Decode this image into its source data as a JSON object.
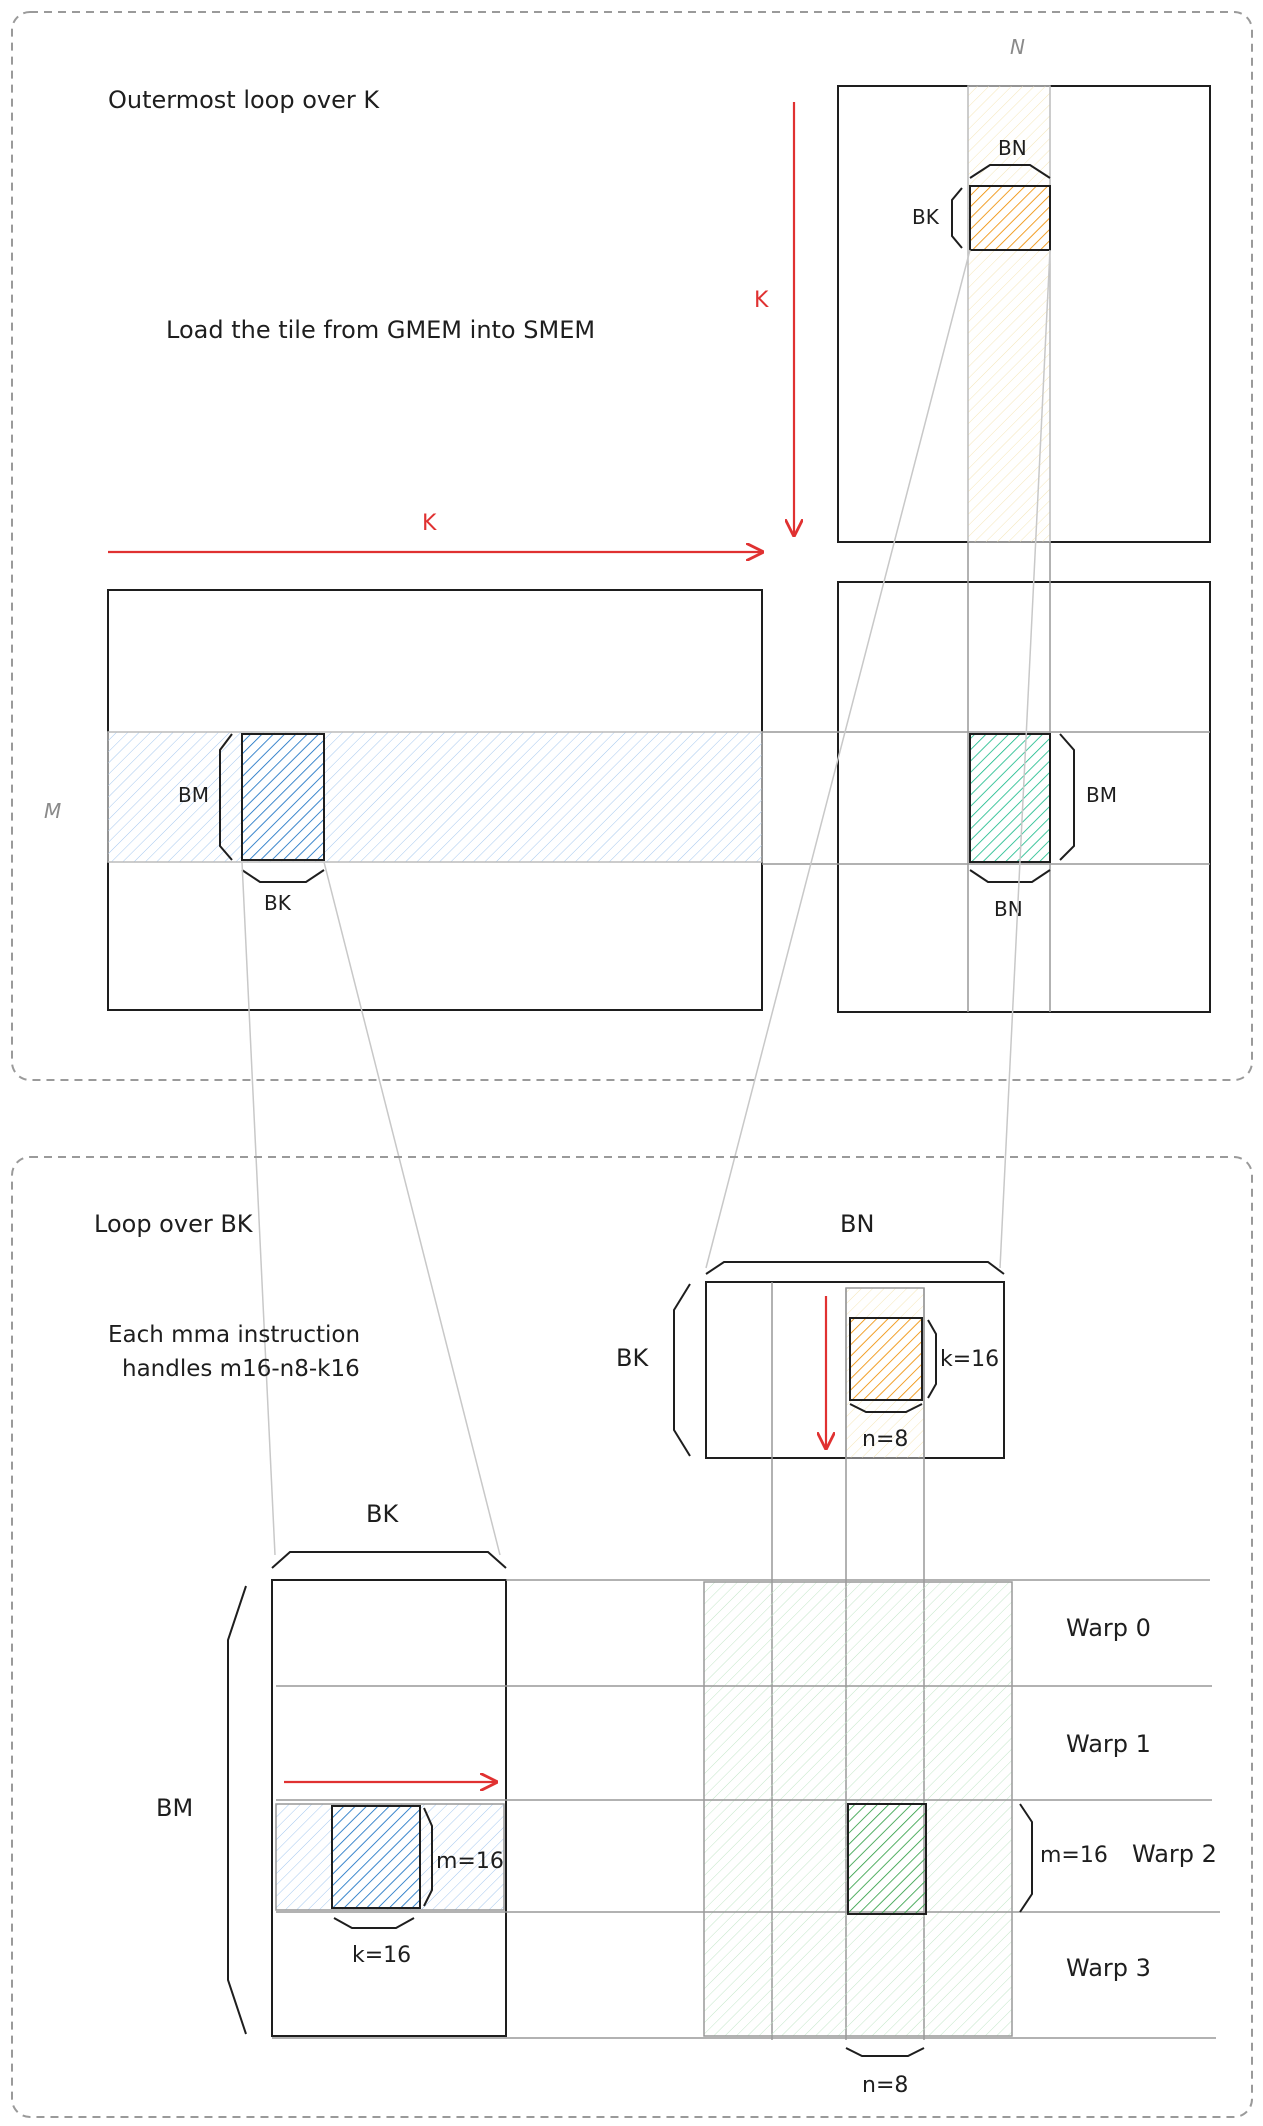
{
  "top_panel": {
    "title": "Outermost loop over K",
    "subtitle": "Load the tile from GMEM into SMEM",
    "k_label_vertical": "K",
    "k_label_horizontal": "K",
    "n_label": "N",
    "m_label": "M",
    "matrix_b": {
      "bn_label": "BN",
      "bk_label": "BK"
    },
    "matrix_a": {
      "bm_label": "BM",
      "bk_label": "BK"
    },
    "matrix_c": {
      "bm_label": "BM",
      "bn_label": "BN"
    }
  },
  "bottom_panel": {
    "title": "Loop over BK",
    "note_line1": "Each mma instruction",
    "note_line2": "handles m16-n8-k16",
    "smem_b": {
      "bn_label": "BN",
      "bk_label": "BK",
      "k_label": "k=16",
      "n_label": "n=8"
    },
    "smem_a": {
      "bk_label": "BK",
      "bm_label": "BM",
      "m_label": "m=16",
      "k_label": "k=16"
    },
    "warps": {
      "m_label": "m=16",
      "n_label": "n=8",
      "labels": [
        "Warp 0",
        "Warp 1",
        "Warp 2",
        "Warp 3"
      ]
    }
  },
  "colors": {
    "accent_red": "#e03131",
    "tile_blue": "#1971c2",
    "tile_orange": "#f08c00",
    "tile_teal": "#0ca678",
    "tile_green": "#2f9e44"
  }
}
